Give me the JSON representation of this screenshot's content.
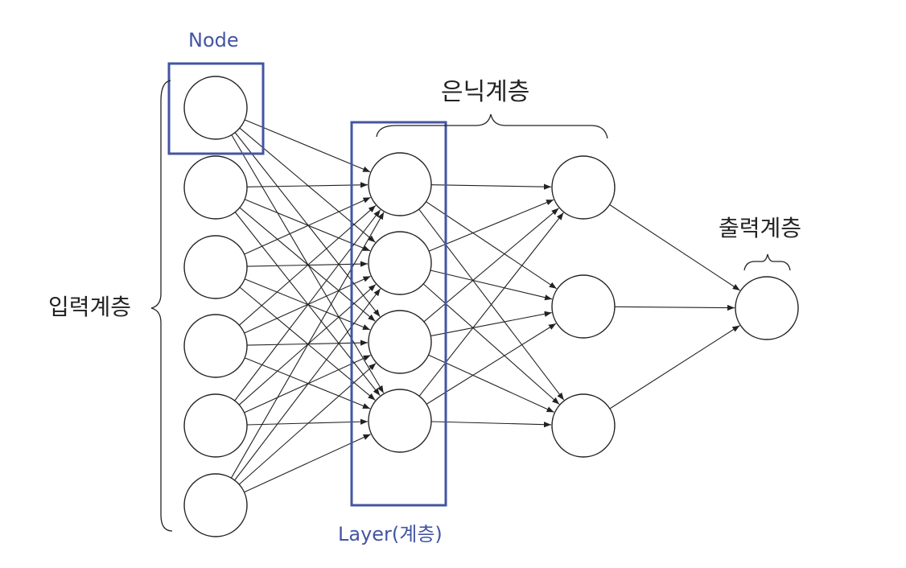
{
  "labels": {
    "node": "Node",
    "hidden_layer": "은닉계층",
    "output_layer": "출력계층",
    "input_layer": "입력계층",
    "layer": "Layer(계층)"
  },
  "network": {
    "layers": [
      {
        "role": "input",
        "node_count": 6
      },
      {
        "role": "hidden",
        "node_count": 4
      },
      {
        "role": "hidden",
        "node_count": 3
      },
      {
        "role": "output",
        "node_count": 1
      }
    ],
    "connections": "fully-connected"
  },
  "colors": {
    "highlight": "#4355a3",
    "stroke": "#222222",
    "node_fill": "#ffffff"
  }
}
